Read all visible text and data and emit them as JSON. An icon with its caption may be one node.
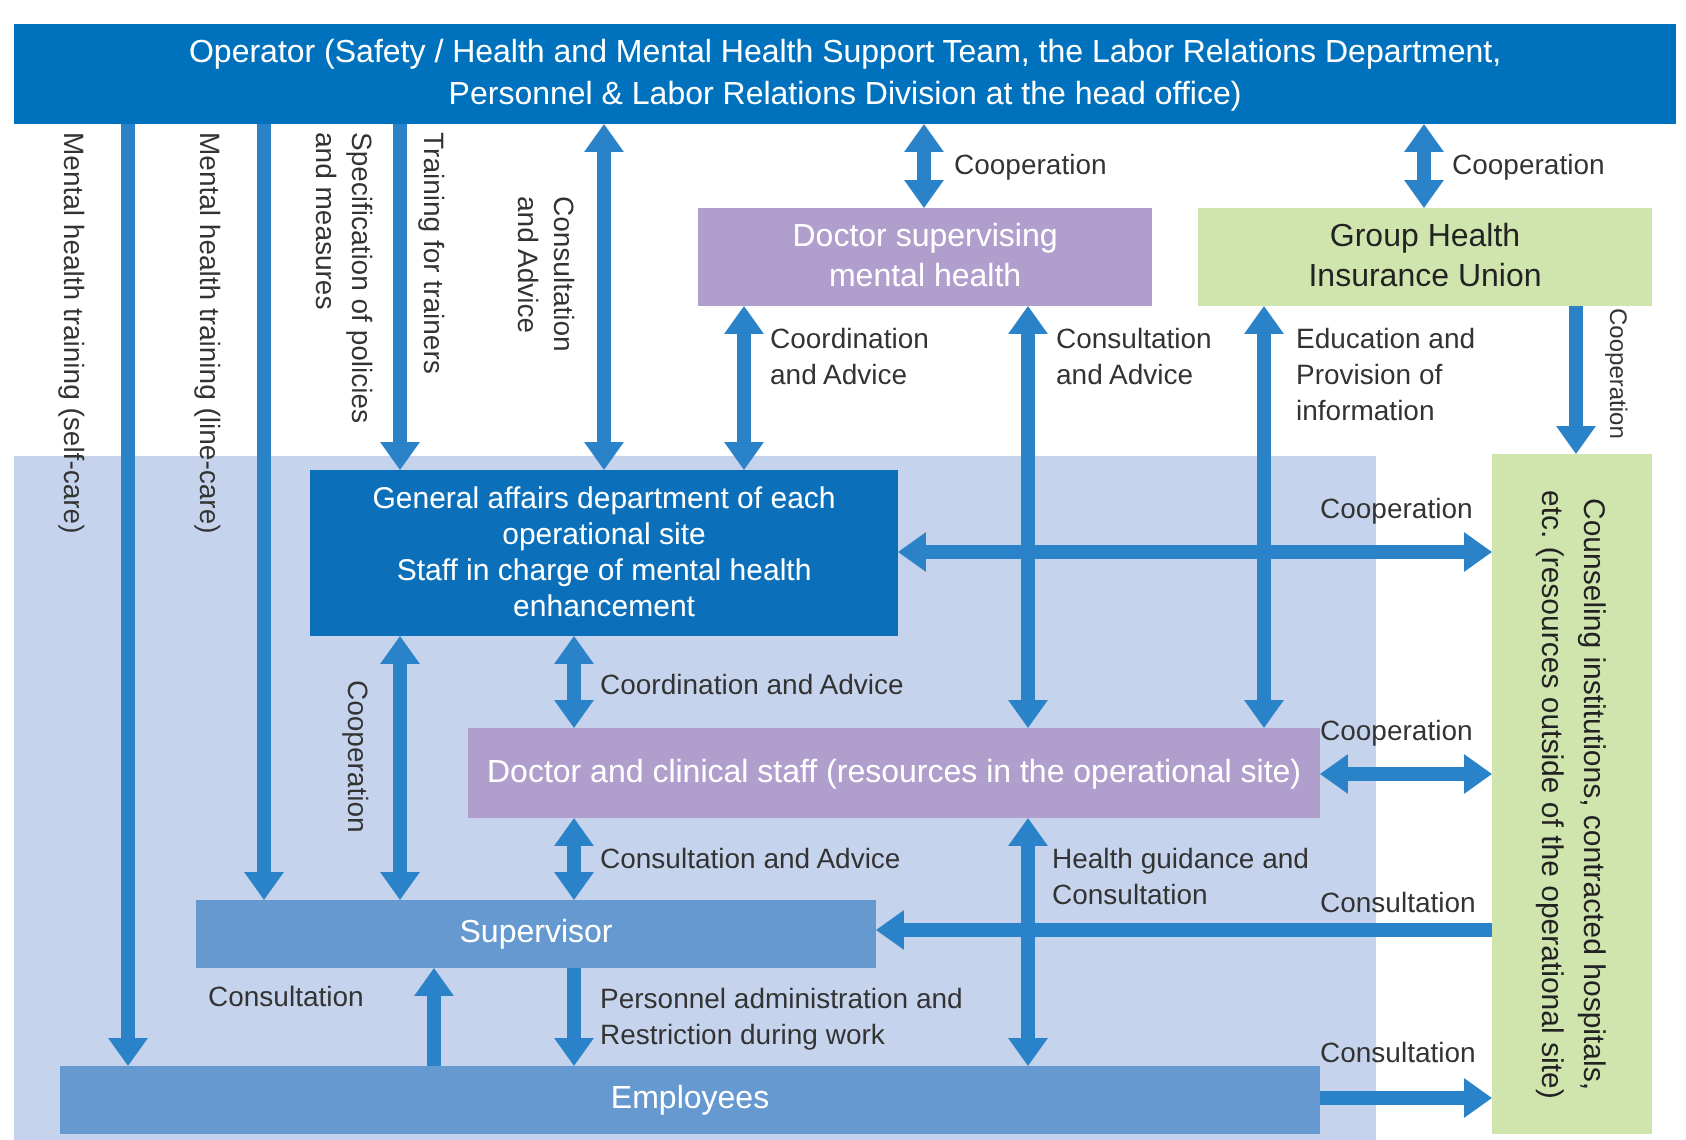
{
  "diagram": {
    "nodes": [
      {
        "text": [
          "Operator (Safety / Health and Mental Health Support Team, the Labor Relations Department, Personnel & Labor Relations Division at the head office)"
        ]
      },
      {
        "text": [
          "Doctor supervising mental health"
        ]
      },
      {
        "text": [
          "Group Health Insurance Union"
        ]
      },
      {
        "text": [
          "General affairs department of each operational site",
          "Staff in charge of mental health enhancement"
        ]
      },
      {
        "text": [
          "Doctor and clinical staff (resources in the operational site)"
        ]
      },
      {
        "text": [
          "Supervisor"
        ]
      },
      {
        "text": [
          "Employees"
        ]
      },
      {
        "text": [
          "Counseling institutions, contracted hospitals, etc. (resources outside of the operational site)"
        ]
      }
    ],
    "edges": [
      {
        "from": 0,
        "to": 6,
        "arrow": "to",
        "label": "Mental health training (self-care)"
      },
      {
        "from": 0,
        "to": 5,
        "arrow": "to",
        "label": "Mental health training (line-care)"
      },
      {
        "from": 0,
        "to": 3,
        "arrow": "to",
        "label": "Training for trainers"
      },
      {
        "from": 0,
        "to": 3,
        "arrow": "both",
        "label": "Consultation and Advice"
      },
      {
        "from": 0,
        "to": 1,
        "arrow": "both",
        "label": "Cooperation"
      },
      {
        "from": 0,
        "to": 2,
        "arrow": "both",
        "label": "Cooperation"
      },
      {
        "from": 1,
        "to": 3,
        "arrow": "both",
        "label": "Coordination and Advice"
      },
      {
        "from": 1,
        "to": 4,
        "arrow": "both",
        "label": "Consultation and Advice"
      },
      {
        "from": 2,
        "to": 4,
        "arrow": "both",
        "label": "Education and Provision of information"
      },
      {
        "from": 2,
        "to": 7,
        "arrow": "to",
        "label": "Cooperation"
      },
      {
        "from": 3,
        "to": 7,
        "arrow": "both",
        "label": "Cooperation"
      },
      {
        "from": 3,
        "to": 4,
        "arrow": "both",
        "label": "Coordination and Advice"
      },
      {
        "from": 3,
        "to": 5,
        "arrow": "both",
        "label": "Cooperation"
      },
      {
        "from": 4,
        "to": 5,
        "arrow": "both",
        "label": "Consultation and Advice"
      },
      {
        "from": 4,
        "to": 6,
        "arrow": "both",
        "label": "Health guidance and Consultation"
      },
      {
        "from": 4,
        "to": 7,
        "arrow": "both",
        "label": "Cooperation"
      },
      {
        "from": 7,
        "to": 5,
        "arrow": "to",
        "label": "Consultation"
      },
      {
        "from": 6,
        "to": 5,
        "arrow": "to",
        "label": "Consultation"
      },
      {
        "from": 5,
        "to": 6,
        "arrow": "to",
        "label": "Personnel administration and Restriction during work"
      },
      {
        "from": 6,
        "to": 7,
        "arrow": "to",
        "label": "Consultation"
      }
    ],
    "labels": [
      "Specification of policies and measures"
    ]
  }
}
